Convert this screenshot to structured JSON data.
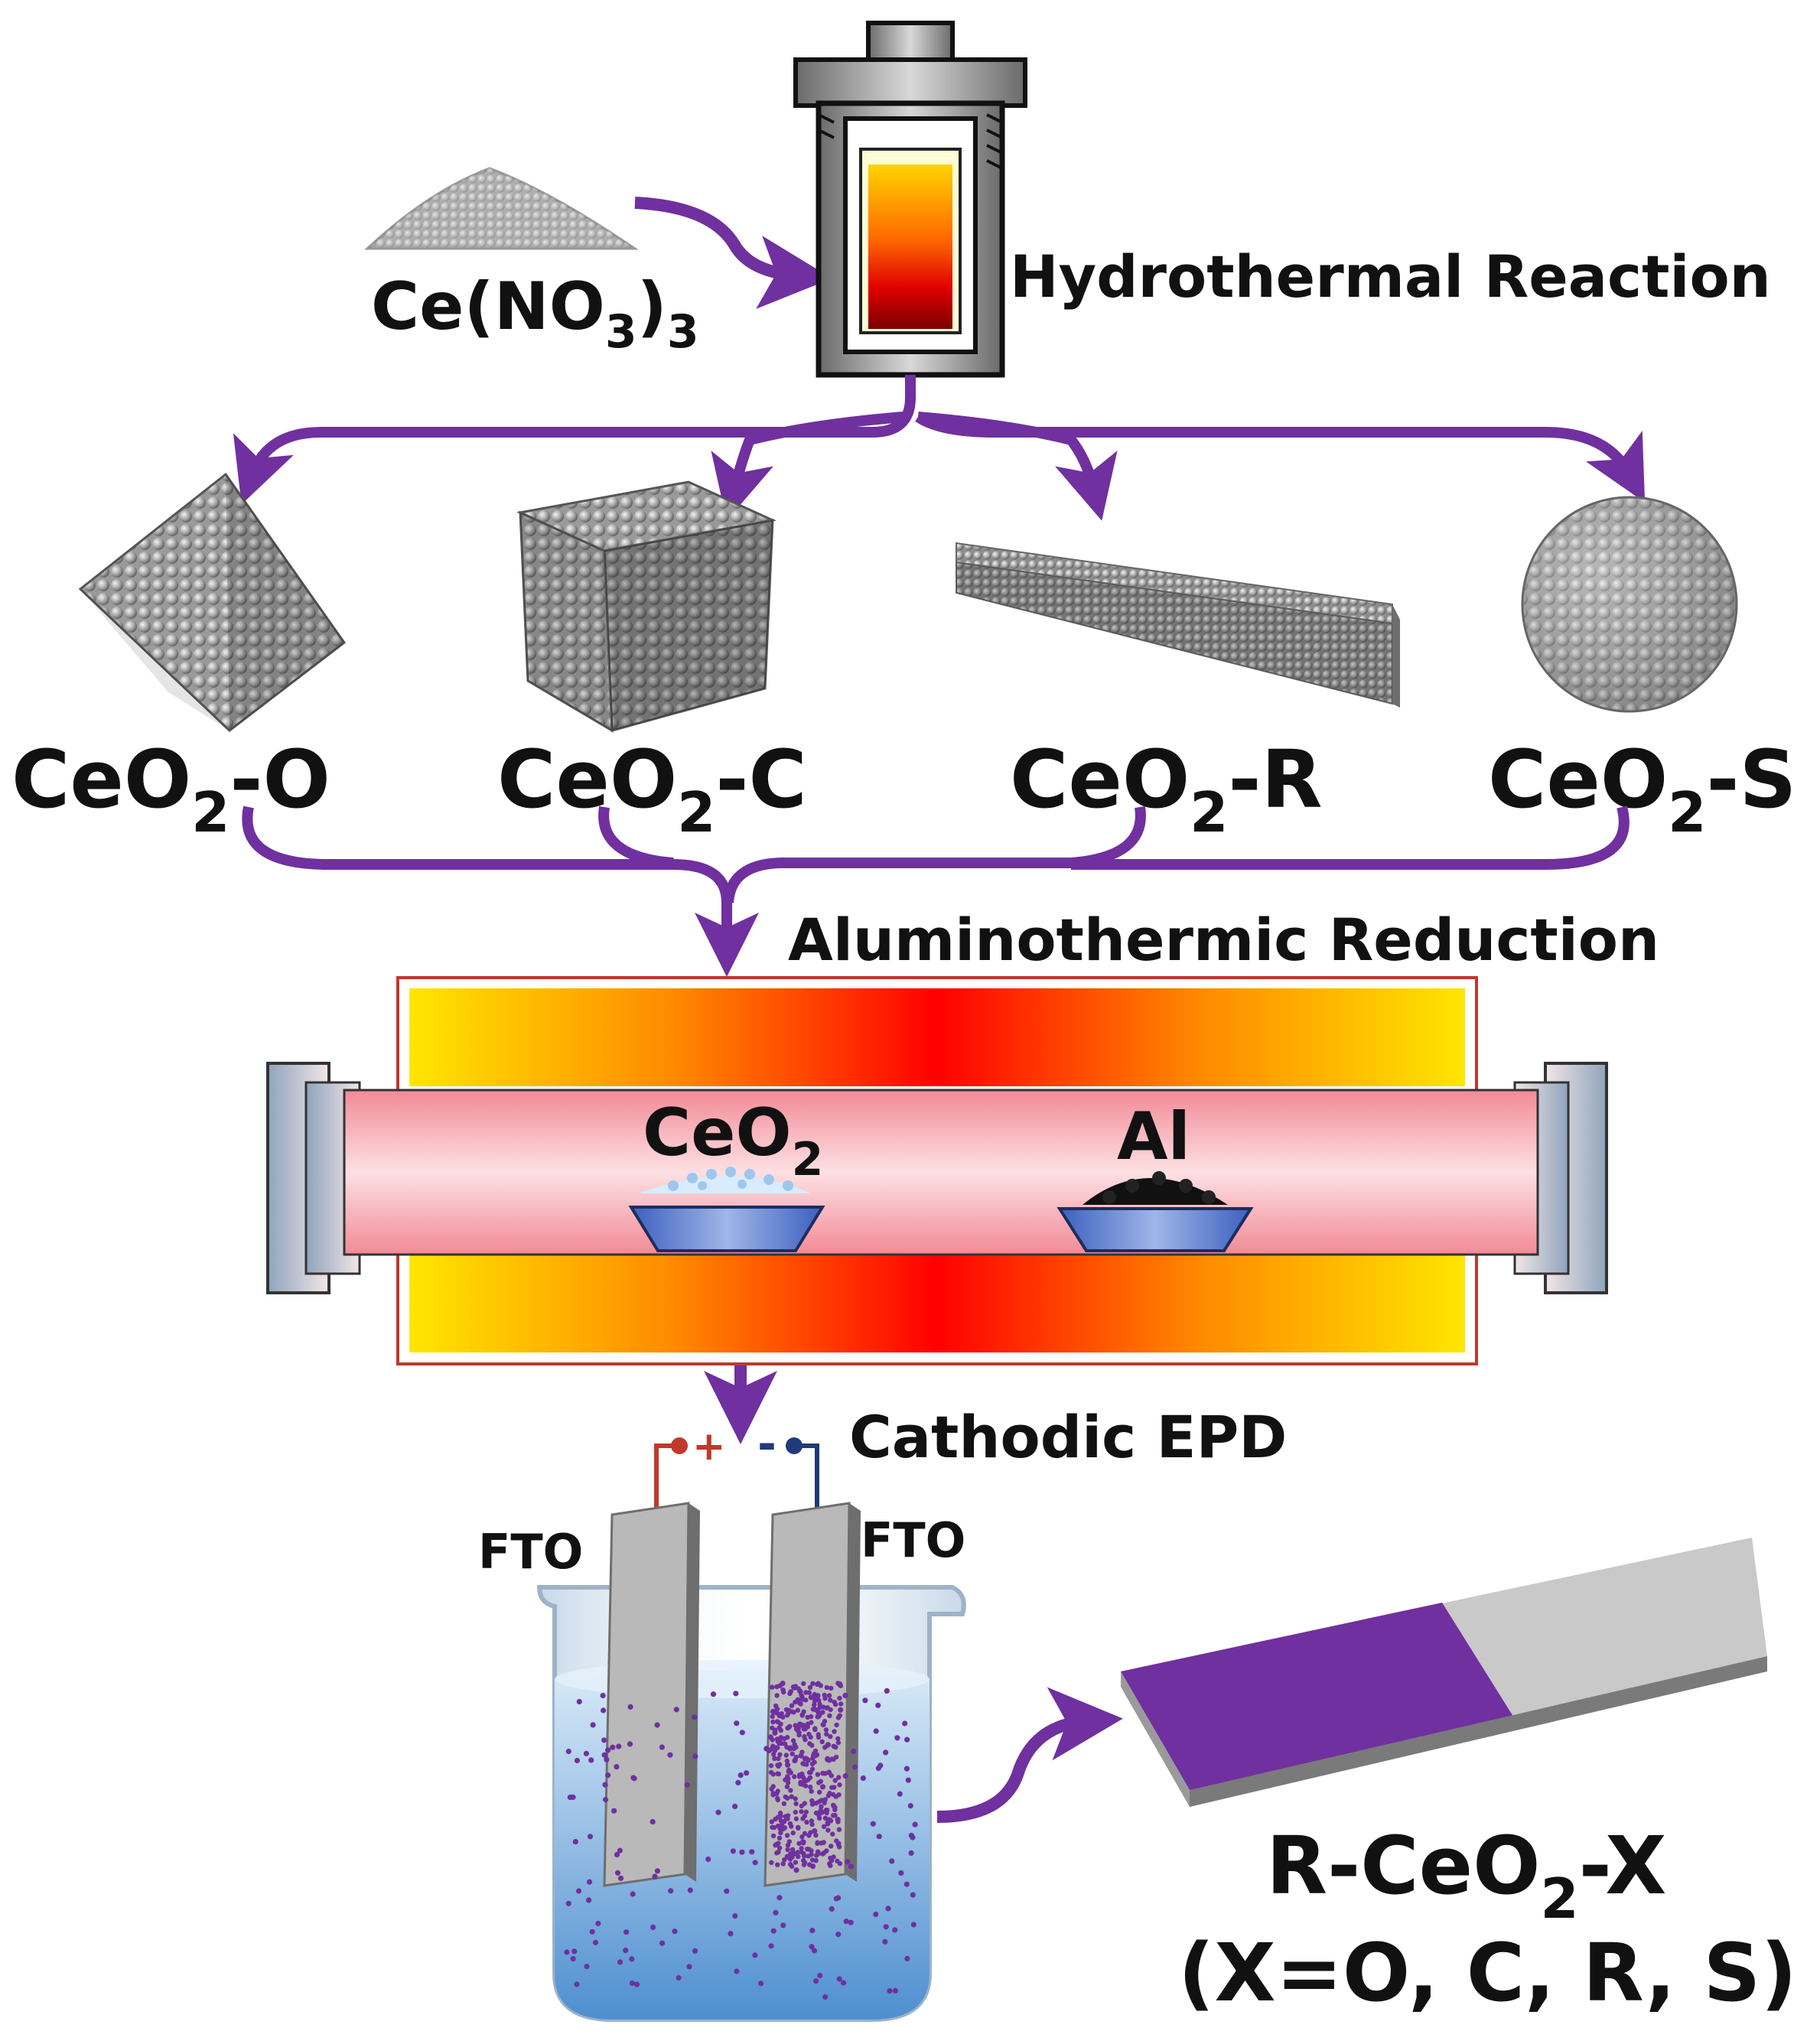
{
  "precursor": {
    "base": "Ce(NO",
    "sub1": "3",
    "close": ")",
    "sub2": "3"
  },
  "steps": {
    "hydrothermal": "Hydrothermal Reaction",
    "aluminothermic": "Aluminothermic Reduction",
    "epd": "Cathodic EPD"
  },
  "morphologies": [
    {
      "base": "CeO",
      "sub": "2",
      "suffix": "-O",
      "shape": "octahedron"
    },
    {
      "base": "CeO",
      "sub": "2",
      "suffix": "-C",
      "shape": "cube"
    },
    {
      "base": "CeO",
      "sub": "2",
      "suffix": "-R",
      "shape": "rod"
    },
    {
      "base": "CeO",
      "sub": "2",
      "suffix": "-S",
      "shape": "sphere"
    }
  ],
  "furnace": {
    "boat1": {
      "base": "CeO",
      "sub": "2"
    },
    "boat2": "Al"
  },
  "epd": {
    "left_electrode": "FTO",
    "right_electrode": "FTO",
    "plus": "+",
    "minus": "-"
  },
  "product": {
    "line1_base": "R-CeO",
    "line1_sub": "2",
    "line1_suffix": "-X",
    "line2": "(X=O, C, R, S)"
  },
  "colors": {
    "arrow": "#7030a0",
    "coating": "#7030a0",
    "furnace_hot": "#ff0000",
    "furnace_warm": "#ffe600",
    "tube": "#f5a3ad",
    "glass": "#cfe3f3",
    "solution": "#5a9bd6",
    "sphere_gray": "#9a9a9a"
  }
}
